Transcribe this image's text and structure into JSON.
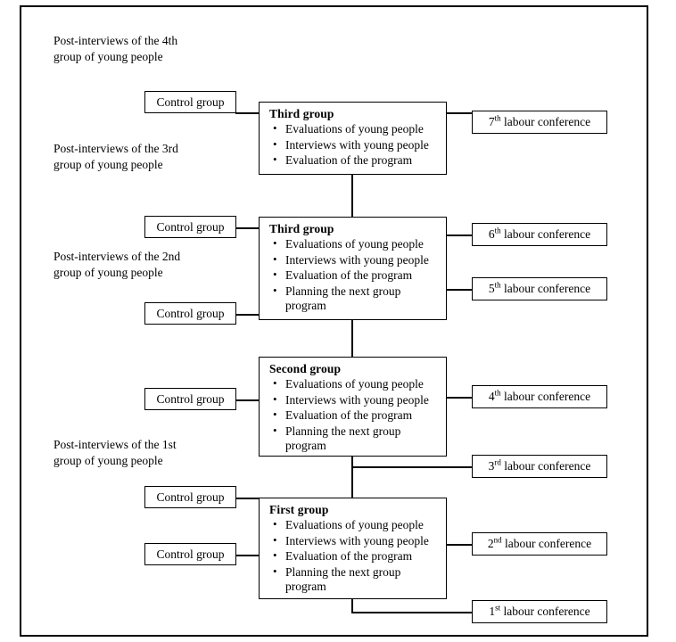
{
  "diagram": {
    "title_alt": "Group program and labour conference flow diagram",
    "frame_color": "#000000",
    "background": "#ffffff"
  },
  "notes": [
    {
      "id": "note-4th",
      "text": "Post-interviews of the 4th\ngroup of young people"
    },
    {
      "id": "note-3rd",
      "text": "Post-interviews of the 3rd\ngroup of young people"
    },
    {
      "id": "note-2nd",
      "text": "Post-interviews of the 2nd\ngroup of young people"
    },
    {
      "id": "note-1st",
      "text": "Post-interviews of the 1st\ngroup of young people"
    }
  ],
  "control_groups": [
    {
      "id": "control-group-1",
      "label": "Control group"
    },
    {
      "id": "control-group-2",
      "label": "Control group"
    },
    {
      "id": "control-group-3",
      "label": "Control group"
    },
    {
      "id": "control-group-4",
      "label": "Control group"
    },
    {
      "id": "control-group-5",
      "label": "Control group"
    }
  ],
  "groups": [
    {
      "id": "group-third-upper",
      "title": "Third group",
      "items": [
        "Evaluations of young people",
        "Interviews with young people",
        "Evaluation of the program"
      ]
    },
    {
      "id": "group-third-lower",
      "title": "Third group",
      "items": [
        "Evaluations of young people",
        "Interviews with young people",
        "Evaluation of the program",
        "Planning the next group program"
      ]
    },
    {
      "id": "group-second",
      "title": "Second group",
      "items": [
        "Evaluations of young people",
        "Interviews with young people",
        "Evaluation of the program",
        "Planning the next group program"
      ]
    },
    {
      "id": "group-first",
      "title": "First group",
      "items": [
        "Evaluations of young people",
        "Interviews with young people",
        "Evaluation of the program",
        "Planning the next group program"
      ]
    }
  ],
  "conferences": [
    {
      "id": "conference-7",
      "number": "7",
      "ordinal": "th",
      "label": "labour conference"
    },
    {
      "id": "conference-6",
      "number": "6",
      "ordinal": "th",
      "label": "labour conference"
    },
    {
      "id": "conference-5",
      "number": "5",
      "ordinal": "th",
      "label": "labour conference"
    },
    {
      "id": "conference-4",
      "number": "4",
      "ordinal": "th",
      "label": "labour conference"
    },
    {
      "id": "conference-3",
      "number": "3",
      "ordinal": "rd",
      "label": "labour conference"
    },
    {
      "id": "conference-2",
      "number": "2",
      "ordinal": "nd",
      "label": "labour conference"
    },
    {
      "id": "conference-1",
      "number": "1",
      "ordinal": "st",
      "label": "labour conference"
    }
  ]
}
